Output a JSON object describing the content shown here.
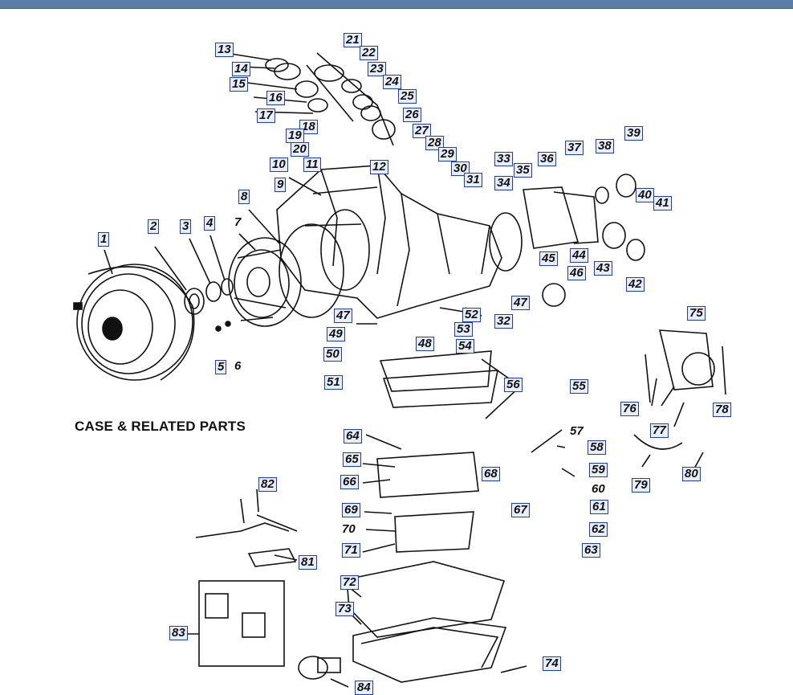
{
  "diagram": {
    "title": "CASE & RELATED PARTS",
    "callouts": [
      {
        "n": "1",
        "boxed": true
      },
      {
        "n": "2",
        "boxed": true
      },
      {
        "n": "3",
        "boxed": true
      },
      {
        "n": "4",
        "boxed": true
      },
      {
        "n": "5",
        "boxed": true
      },
      {
        "n": "6",
        "boxed": false
      },
      {
        "n": "7",
        "boxed": false
      },
      {
        "n": "8",
        "boxed": true
      },
      {
        "n": "9",
        "boxed": true
      },
      {
        "n": "10",
        "boxed": true
      },
      {
        "n": "11",
        "boxed": true
      },
      {
        "n": "12",
        "boxed": true
      },
      {
        "n": "13",
        "boxed": true
      },
      {
        "n": "14",
        "boxed": true
      },
      {
        "n": "15",
        "boxed": true
      },
      {
        "n": "16",
        "boxed": true
      },
      {
        "n": "17",
        "boxed": true
      },
      {
        "n": "18",
        "boxed": true
      },
      {
        "n": "19",
        "boxed": true
      },
      {
        "n": "20",
        "boxed": true
      },
      {
        "n": "21",
        "boxed": true
      },
      {
        "n": "22",
        "boxed": true
      },
      {
        "n": "23",
        "boxed": true
      },
      {
        "n": "24",
        "boxed": true
      },
      {
        "n": "25",
        "boxed": true
      },
      {
        "n": "26",
        "boxed": true
      },
      {
        "n": "27",
        "boxed": true
      },
      {
        "n": "28",
        "boxed": true
      },
      {
        "n": "29",
        "boxed": true
      },
      {
        "n": "30",
        "boxed": true
      },
      {
        "n": "31",
        "boxed": true
      },
      {
        "n": "32",
        "boxed": true
      },
      {
        "n": "33",
        "boxed": true
      },
      {
        "n": "34",
        "boxed": true
      },
      {
        "n": "35",
        "boxed": true
      },
      {
        "n": "36",
        "boxed": true
      },
      {
        "n": "37",
        "boxed": true
      },
      {
        "n": "38",
        "boxed": true
      },
      {
        "n": "39",
        "boxed": true
      },
      {
        "n": "40",
        "boxed": true
      },
      {
        "n": "41",
        "boxed": true
      },
      {
        "n": "42",
        "boxed": true
      },
      {
        "n": "43",
        "boxed": true
      },
      {
        "n": "44",
        "boxed": true
      },
      {
        "n": "45",
        "boxed": true
      },
      {
        "n": "46",
        "boxed": true
      },
      {
        "n": "47",
        "boxed": true
      },
      {
        "n": "47",
        "boxed": true
      },
      {
        "n": "48",
        "boxed": true
      },
      {
        "n": "49",
        "boxed": true
      },
      {
        "n": "50",
        "boxed": true
      },
      {
        "n": "51",
        "boxed": true
      },
      {
        "n": "52",
        "boxed": true
      },
      {
        "n": "53",
        "boxed": true
      },
      {
        "n": "54",
        "boxed": true
      },
      {
        "n": "55",
        "boxed": true
      },
      {
        "n": "56",
        "boxed": true
      },
      {
        "n": "57",
        "boxed": false
      },
      {
        "n": "58",
        "boxed": true
      },
      {
        "n": "59",
        "boxed": true
      },
      {
        "n": "60",
        "boxed": false
      },
      {
        "n": "61",
        "boxed": true
      },
      {
        "n": "62",
        "boxed": true
      },
      {
        "n": "63",
        "boxed": true
      },
      {
        "n": "64",
        "boxed": true
      },
      {
        "n": "65",
        "boxed": true
      },
      {
        "n": "66",
        "boxed": true
      },
      {
        "n": "67",
        "boxed": true
      },
      {
        "n": "68",
        "boxed": true
      },
      {
        "n": "69",
        "boxed": true
      },
      {
        "n": "70",
        "boxed": false
      },
      {
        "n": "71",
        "boxed": true
      },
      {
        "n": "72",
        "boxed": true
      },
      {
        "n": "73",
        "boxed": true
      },
      {
        "n": "74",
        "boxed": true
      },
      {
        "n": "75",
        "boxed": true
      },
      {
        "n": "76",
        "boxed": true
      },
      {
        "n": "77",
        "boxed": true
      },
      {
        "n": "78",
        "boxed": true
      },
      {
        "n": "79",
        "boxed": true
      },
      {
        "n": "80",
        "boxed": true
      },
      {
        "n": "81",
        "boxed": true
      },
      {
        "n": "82",
        "boxed": true
      },
      {
        "n": "83",
        "boxed": true
      },
      {
        "n": "84",
        "boxed": true
      }
    ]
  },
  "colors": {
    "callout_border": "#1a3cc8",
    "callout_fill": "#e8eefc",
    "line": "#111111",
    "window_bar": "#5b7fa6"
  }
}
